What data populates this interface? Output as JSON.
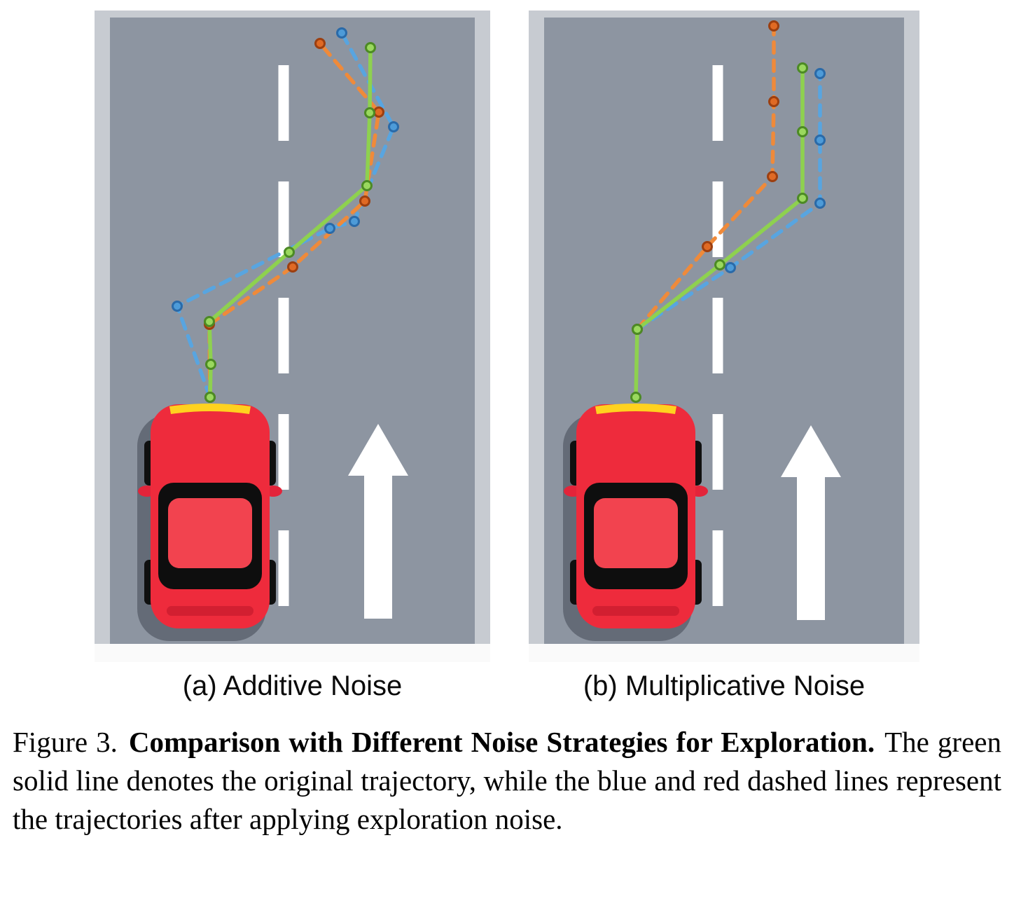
{
  "figure": {
    "panels": [
      {
        "label": "(a) Additive Noise",
        "trajectories": [
          {
            "name": "blue-noise-trajectory",
            "line_style": "dashed",
            "line_color": "#58a5e0",
            "marker_fill": "#4d9bd8",
            "marker_stroke": "#2a6aa8",
            "points": [
              [
                165,
                552
              ],
              [
                118,
                422
              ],
              [
                336,
                311
              ],
              [
                371,
                301
              ],
              [
                427,
                166
              ],
              [
                353,
                32
              ]
            ]
          },
          {
            "name": "red-noise-trajectory",
            "line_style": "dashed",
            "line_color": "#ef8a3a",
            "marker_fill": "#e06a24",
            "marker_stroke": "#9c3f10",
            "points": [
              [
                165,
                552
              ],
              [
                164,
                448
              ],
              [
                283,
                366
              ],
              [
                386,
                272
              ],
              [
                406,
                145
              ],
              [
                322,
                47
              ]
            ]
          },
          {
            "name": "original-trajectory",
            "line_style": "solid",
            "line_color": "#8ed14f",
            "marker_fill": "#9ad85e",
            "marker_stroke": "#4c8a24",
            "points": [
              [
                165,
                552
              ],
              [
                166,
                505
              ],
              [
                164,
                444
              ],
              [
                278,
                345
              ],
              [
                389,
                250
              ],
              [
                393,
                146
              ],
              [
                394,
                53
              ]
            ]
          }
        ]
      },
      {
        "label": "(b) Multiplicative Noise",
        "trajectories": [
          {
            "name": "blue-noise-trajectory",
            "line_style": "dashed",
            "line_color": "#58a5e0",
            "marker_fill": "#4d9bd8",
            "marker_stroke": "#2a6aa8",
            "points": [
              [
                155,
                455
              ],
              [
                288,
                367
              ],
              [
                416,
                275
              ],
              [
                416,
                185
              ],
              [
                416,
                90
              ]
            ]
          },
          {
            "name": "red-noise-trajectory",
            "line_style": "dashed",
            "line_color": "#ef8a3a",
            "marker_fill": "#e06a24",
            "marker_stroke": "#9c3f10",
            "points": [
              [
                155,
                455
              ],
              [
                255,
                337
              ],
              [
                348,
                237
              ],
              [
                350,
                130
              ],
              [
                350,
                22
              ]
            ]
          },
          {
            "name": "original-trajectory",
            "line_style": "solid",
            "line_color": "#8ed14f",
            "marker_fill": "#9ad85e",
            "marker_stroke": "#4c8a24",
            "points": [
              [
                153,
                552
              ],
              [
                155,
                455
              ],
              [
                273,
                363
              ],
              [
                391,
                268
              ],
              [
                391,
                173
              ],
              [
                391,
                82
              ]
            ]
          }
        ]
      }
    ],
    "caption": {
      "label": "Figure 3.",
      "bold": "Comparison with Different Noise Strategies for Exploration.",
      "body": "The green solid line denotes the original trajectory, while the blue and red dashed lines represent the trajectories after applying exploration noise."
    },
    "colors": {
      "road": "#8d95a1",
      "curb": "#c7cbd1",
      "lane_marking": "#ffffff",
      "direction_arrow": "#ffffff",
      "car_body": "#ee2b3c",
      "original_trajectory_green": "#8ed14f",
      "noise_trajectory_red": "#ef8a3a",
      "noise_trajectory_blue": "#58a5e0"
    }
  }
}
